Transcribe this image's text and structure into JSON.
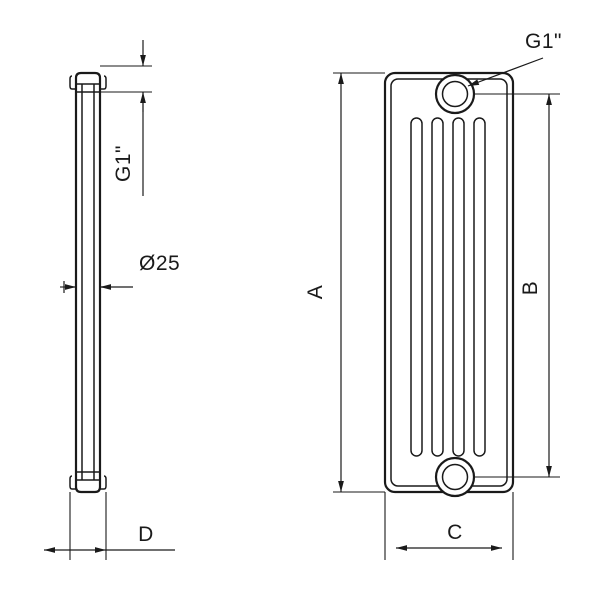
{
  "drawing": {
    "title": "radiator-technical-drawing",
    "background_color": "#ffffff",
    "line_color": "#1a1a1a",
    "views": {
      "side": {
        "name": "side-view",
        "labels": {
          "thread": "G1\"",
          "diameter": "Ø25",
          "depth": "D"
        }
      },
      "front": {
        "name": "front-view",
        "labels": {
          "thread": "G1\"",
          "height_total": "A",
          "height_inner": "B",
          "width": "C"
        }
      }
    }
  },
  "labels": {
    "g1_side": "G1\"",
    "diameter": "Ø25",
    "depth_d": "D",
    "g1_front": "G1\"",
    "dim_a": "A",
    "dim_b": "B",
    "dim_c": "C"
  }
}
